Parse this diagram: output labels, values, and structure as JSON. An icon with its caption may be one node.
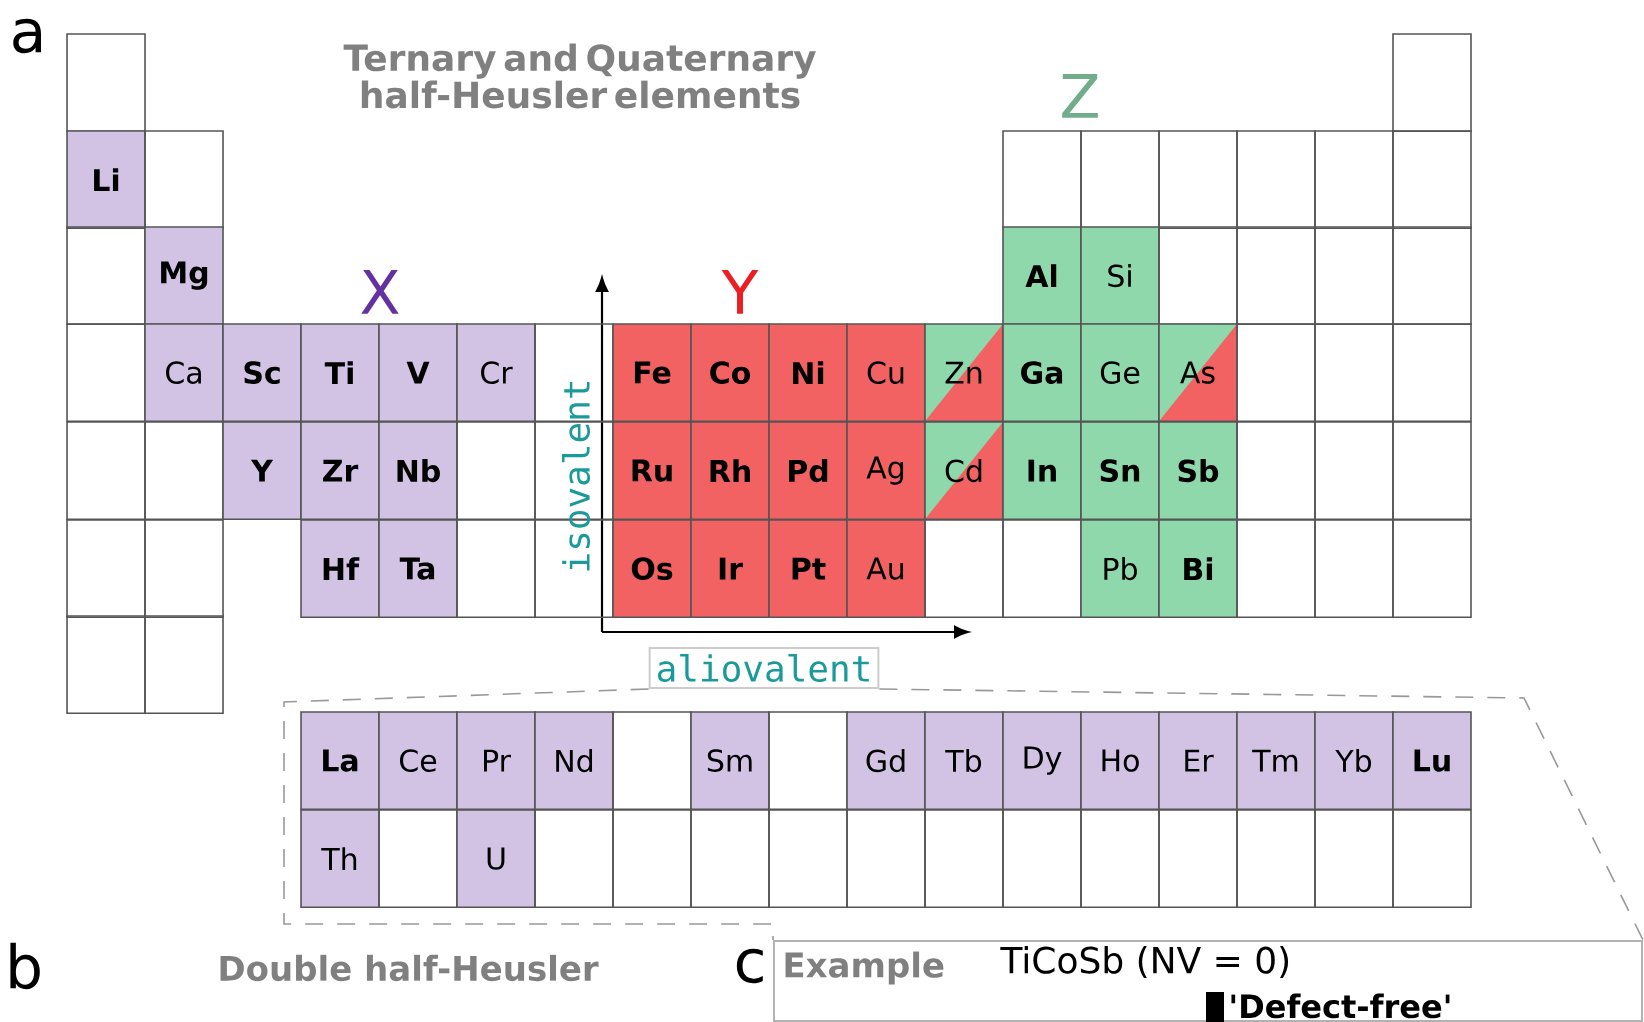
{
  "diagram": {
    "nodes": [
      {
        "text": [],
        "shape": "box"
      },
      {
        "text": [],
        "shape": "box"
      },
      {
        "text": [
          "Li"
        ]
      },
      {
        "text": [],
        "shape": "box"
      },
      {
        "text": [],
        "shape": "box"
      },
      {
        "text": [],
        "shape": "box"
      },
      {
        "text": [],
        "shape": "box"
      },
      {
        "text": [],
        "shape": "box"
      },
      {
        "text": [],
        "shape": "box"
      },
      {
        "text": [],
        "shape": "box"
      },
      {
        "text": [],
        "shape": "box"
      },
      {
        "text": [
          "Mg"
        ]
      },
      {
        "text": [
          "Al"
        ]
      },
      {
        "text": [
          "Si"
        ]
      },
      {
        "text": [],
        "shape": "box"
      },
      {
        "text": [],
        "shape": "box"
      },
      {
        "text": [],
        "shape": "box"
      },
      {
        "text": [],
        "shape": "box"
      },
      {
        "text": [],
        "shape": "box"
      },
      {
        "text": [
          "Ca"
        ]
      },
      {
        "text": [
          "Sc"
        ]
      },
      {
        "text": [
          "Ti"
        ]
      },
      {
        "text": [
          "V"
        ]
      },
      {
        "text": [
          "Cr"
        ]
      },
      {
        "text": [],
        "shape": "box"
      },
      {
        "text": [
          "Fe"
        ]
      },
      {
        "text": [
          "Co"
        ]
      },
      {
        "text": [
          "Ni"
        ]
      },
      {
        "text": [
          "Cu"
        ]
      },
      {
        "text": [
          "Zn"
        ]
      },
      {
        "text": [
          "Ga"
        ]
      },
      {
        "text": [
          "Ge"
        ]
      },
      {
        "text": [
          "As"
        ]
      },
      {
        "text": [],
        "shape": "box"
      },
      {
        "text": [],
        "shape": "box"
      },
      {
        "text": [],
        "shape": "box"
      },
      {
        "text": [],
        "shape": "box"
      },
      {
        "text": [],
        "shape": "box"
      },
      {
        "text": [
          "Y"
        ]
      },
      {
        "text": [
          "Zr"
        ]
      },
      {
        "text": [
          "Nb"
        ]
      },
      {
        "text": [],
        "shape": "box"
      },
      {
        "text": [],
        "shape": "box"
      },
      {
        "text": [
          "Ru"
        ]
      },
      {
        "text": [
          "Rh"
        ]
      },
      {
        "text": [
          "Pd"
        ]
      },
      {
        "text": [
          "Ag"
        ]
      },
      {
        "text": [
          "Cd"
        ]
      },
      {
        "text": [
          "In"
        ]
      },
      {
        "text": [
          "Sn"
        ]
      },
      {
        "text": [
          "Sb"
        ]
      },
      {
        "text": [],
        "shape": "box"
      },
      {
        "text": [],
        "shape": "box"
      },
      {
        "text": [],
        "shape": "box"
      },
      {
        "text": [],
        "shape": "box"
      },
      {
        "text": [],
        "shape": "box"
      },
      {
        "text": [
          "Hf"
        ]
      },
      {
        "text": [
          "Ta"
        ]
      },
      {
        "text": [],
        "shape": "box"
      },
      {
        "text": [],
        "shape": "box"
      },
      {
        "text": [
          "Os"
        ]
      },
      {
        "text": [
          "Ir"
        ]
      },
      {
        "text": [
          "Pt"
        ]
      },
      {
        "text": [
          "Au"
        ]
      },
      {
        "text": [],
        "shape": "box"
      },
      {
        "text": [],
        "shape": "box"
      },
      {
        "text": [
          "Pb"
        ]
      },
      {
        "text": [
          "Bi"
        ]
      },
      {
        "text": [],
        "shape": "box"
      },
      {
        "text": [],
        "shape": "box"
      },
      {
        "text": [],
        "shape": "box"
      },
      {
        "text": [],
        "shape": "box"
      },
      {
        "text": [],
        "shape": "box"
      },
      {
        "text": [
          "La"
        ]
      },
      {
        "text": [
          "Ce"
        ]
      },
      {
        "text": [
          "Pr"
        ]
      },
      {
        "text": [
          "Nd"
        ]
      },
      {
        "text": [],
        "shape": "box"
      },
      {
        "text": [
          "Sm"
        ]
      },
      {
        "text": [],
        "shape": "box"
      },
      {
        "text": [
          "Gd"
        ]
      },
      {
        "text": [
          "Tb"
        ]
      },
      {
        "text": [
          "Dy"
        ]
      },
      {
        "text": [
          "Ho"
        ]
      },
      {
        "text": [
          "Er"
        ]
      },
      {
        "text": [
          "Tm"
        ]
      },
      {
        "text": [
          "Yb"
        ]
      },
      {
        "text": [
          "Lu"
        ]
      },
      {
        "text": [
          "Th"
        ]
      },
      {
        "text": [],
        "shape": "box"
      },
      {
        "text": [
          "U"
        ]
      },
      {
        "text": [],
        "shape": "box"
      },
      {
        "text": [],
        "shape": "box"
      },
      {
        "text": [],
        "shape": "box"
      },
      {
        "text": [],
        "shape": "box"
      },
      {
        "text": [],
        "shape": "box"
      },
      {
        "text": [],
        "shape": "box"
      },
      {
        "text": [],
        "shape": "box"
      },
      {
        "text": [],
        "shape": "box"
      },
      {
        "text": [],
        "shape": "box"
      },
      {
        "text": [],
        "shape": "box"
      },
      {
        "text": [],
        "shape": "box"
      },
      {
        "text": [],
        "shape": "box"
      },
      {
        "text": [
          "aliovalent"
        ]
      },
      {
        "text": [
          "Example",
          "TiCoSb (NV = 0)",
          "'Defect-free'"
        ]
      }
    ],
    "edges": [
      {
        "from": 103,
        "to": 104,
        "arrow": "none",
        "style": "dashed"
      },
      {
        "from": 103,
        "to": 104,
        "arrow": "none",
        "style": "dashed"
      }
    ],
    "labels": [
      "a",
      "Ternary and Quaternary half-Heusler elements",
      "Z",
      "X",
      "Y",
      "isovalent",
      "b",
      "Double half-Heusler",
      "c"
    ]
  }
}
